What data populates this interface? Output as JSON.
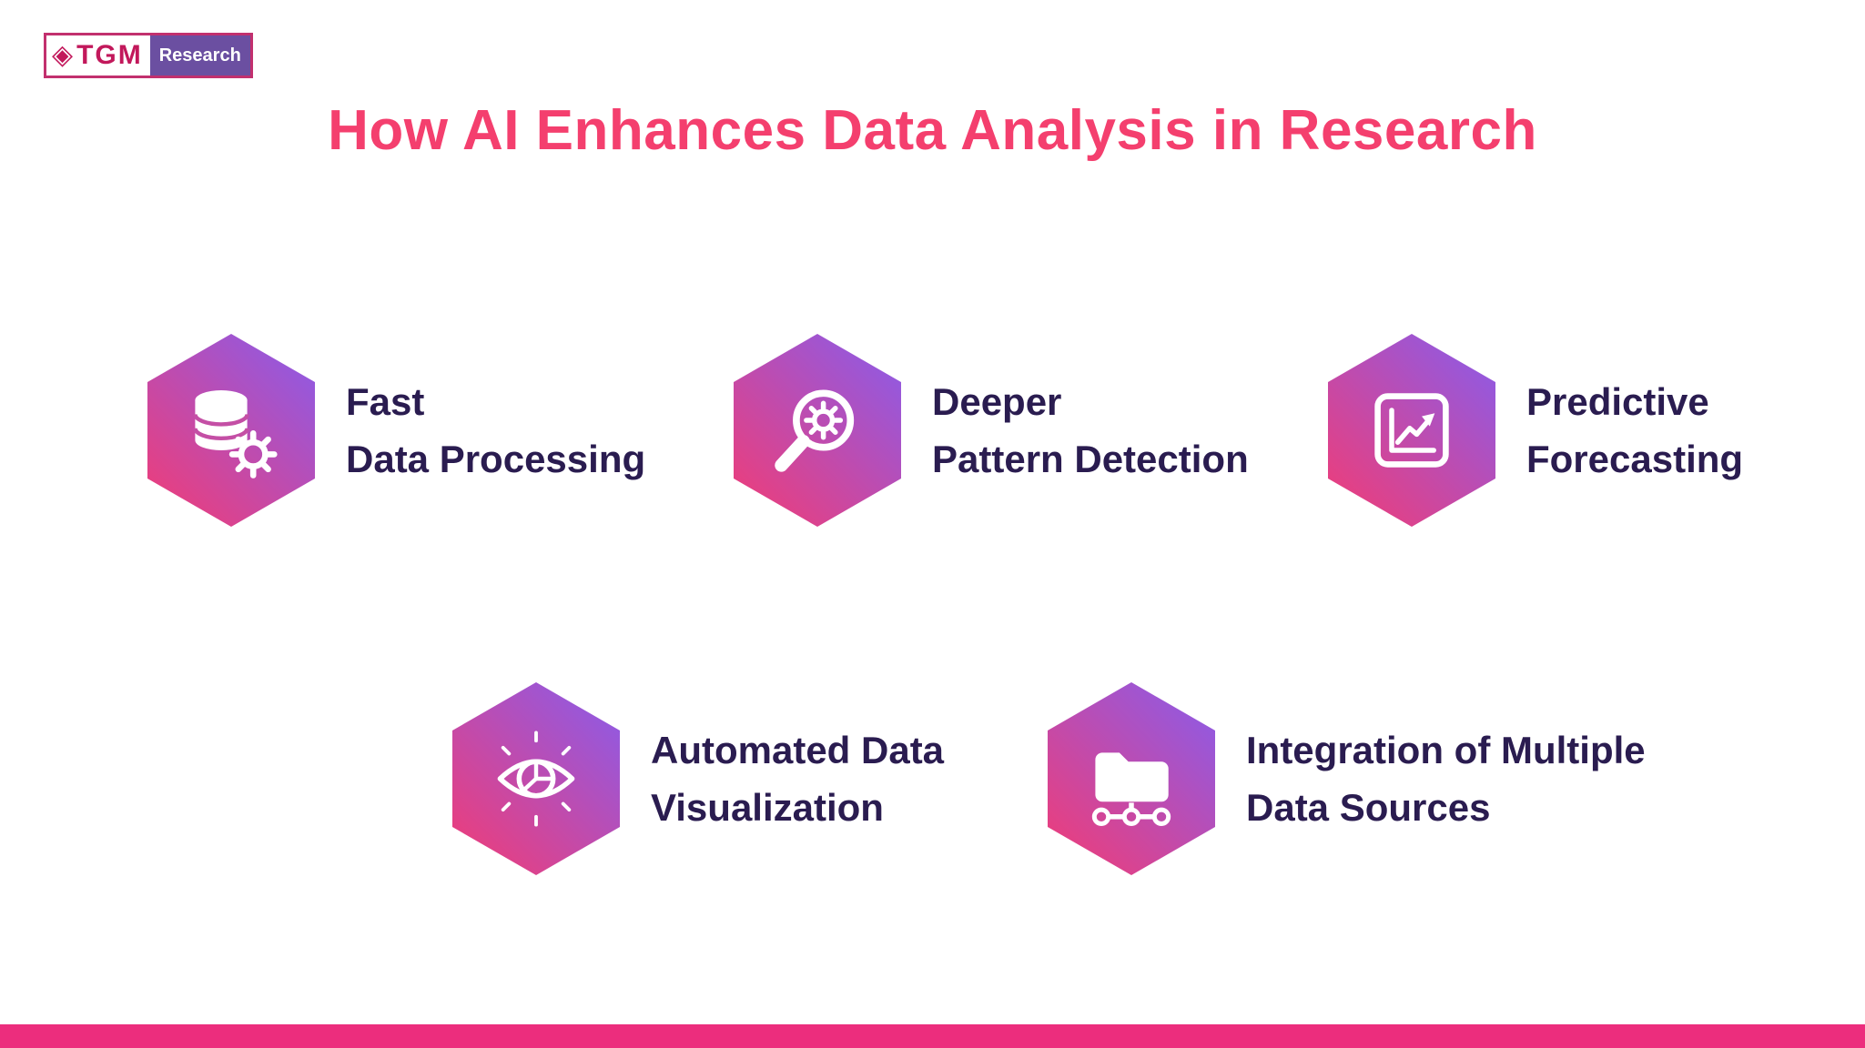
{
  "logo": {
    "tgm": "TGM",
    "research": "Research",
    "diamond_glyph": "◈"
  },
  "title": "How AI Enhances Data Analysis in Research",
  "items": [
    {
      "icon": "database-gear-icon",
      "line1": "Fast",
      "line2": "Data Processing"
    },
    {
      "icon": "magnifier-gear-icon",
      "line1": "Deeper",
      "line2": "Pattern Detection"
    },
    {
      "icon": "chart-forecast-icon",
      "line1": "Predictive",
      "line2": "Forecasting"
    },
    {
      "icon": "eye-pie-chart-icon",
      "line1": "Automated Data",
      "line2": "Visualization"
    },
    {
      "icon": "folder-network-icon",
      "line1": "Integration of Multiple",
      "line2": "Data Sources"
    }
  ],
  "colors": {
    "title": "#F43F6E",
    "body_text": "#2A1C50",
    "hexagon_gradient_start": "#EE3D79",
    "hexagon_gradient_end": "#8D5BE6",
    "footer_bar": "#EC2D7D",
    "logo_crimson": "#C2185B",
    "logo_purple": "#6B4FA1"
  }
}
